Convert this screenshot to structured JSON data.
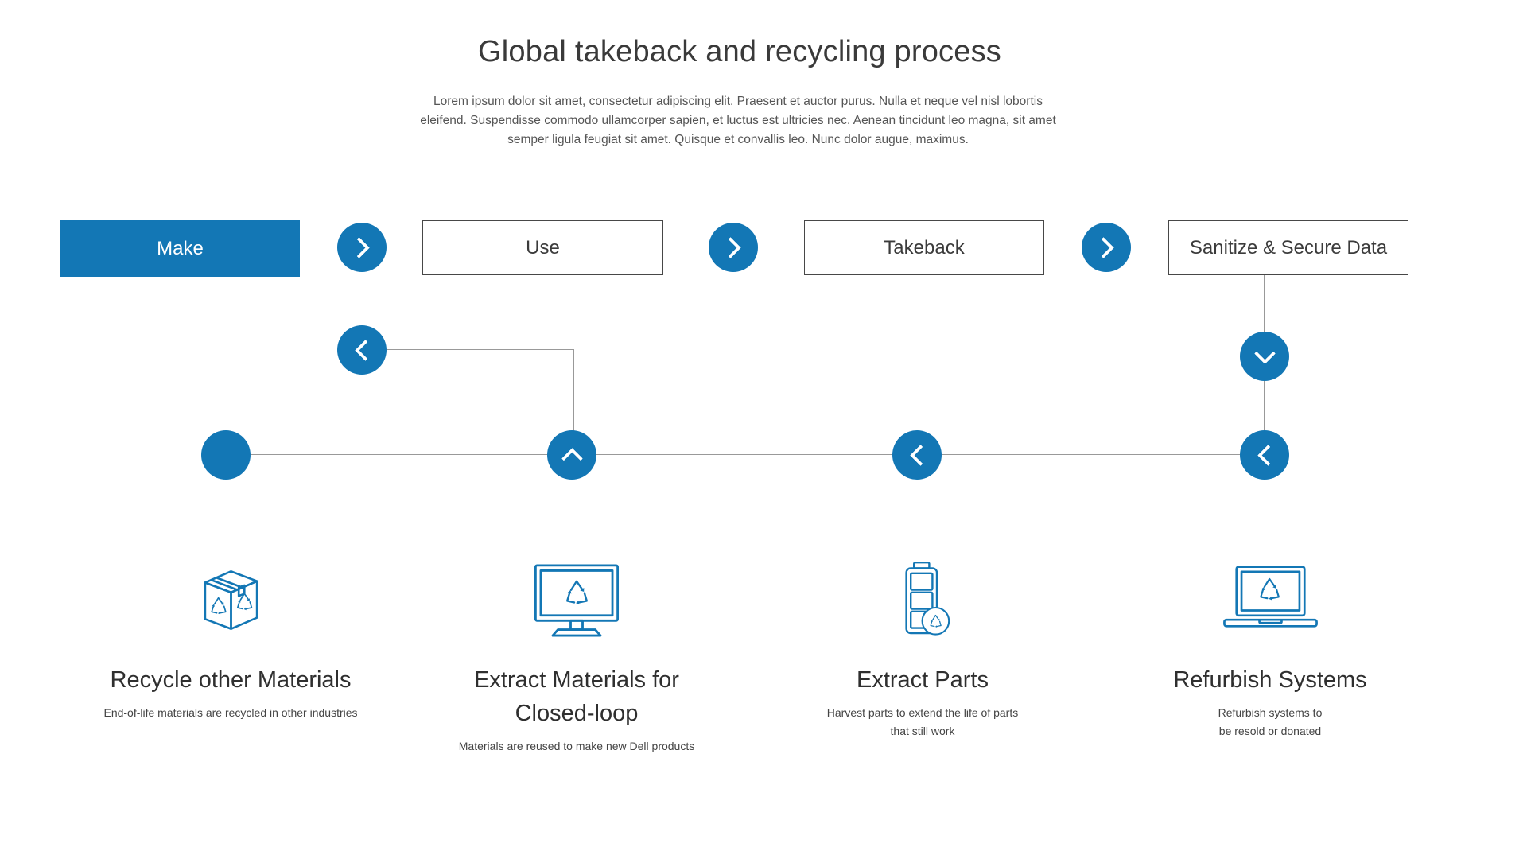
{
  "header": {
    "title": "Global takeback and recycling process",
    "description": "Lorem ipsum dolor sit amet, consectetur adipiscing elit. Praesent et auctor purus. Nulla et neque vel nisl lobortis eleifend. Suspendisse commodo ullamcorper sapien, et luctus est ultricies nec. Aenean tincidunt leo magna, sit amet semper ligula feugiat sit amet. Quisque et convallis leo. Nunc dolor augue, maximus."
  },
  "flow": {
    "steps": [
      {
        "label": "Make",
        "style": "filled"
      },
      {
        "label": "Use",
        "style": "outline"
      },
      {
        "label": "Takeback",
        "style": "outline"
      },
      {
        "label": "Sanitize & Secure Data",
        "style": "outline"
      }
    ],
    "connectors": [
      {
        "icon": "arrow-right-icon",
        "between": "Make and Use"
      },
      {
        "icon": "arrow-right-icon",
        "between": "Use and Takeback"
      },
      {
        "icon": "arrow-right-icon",
        "between": "Takeback and Sanitize & Secure Data"
      },
      {
        "icon": "arrow-down-icon",
        "between": "Sanitize & Secure Data and return line"
      },
      {
        "icon": "arrow-left-icon",
        "between": "return line toward Make"
      },
      {
        "icon": "arrow-up-icon",
        "between": "return line at Extract Materials"
      },
      {
        "icon": "arrow-left-icon",
        "between": "return line at Extract Parts"
      },
      {
        "icon": "arrow-left-icon",
        "between": "return line at Refurbish Systems"
      },
      {
        "icon": "endpoint-dot",
        "between": "return line at Recycle other Materials"
      }
    ]
  },
  "outcomes": [
    {
      "icon": "recycle-box-icon",
      "title": "Recycle other Materials",
      "description": "End-of-life materials are recycled in other industries"
    },
    {
      "icon": "monitor-recycle-icon",
      "title": "Extract Materials for\nClosed-loop",
      "description": "Materials are reused to make new Dell products"
    },
    {
      "icon": "battery-recycle-icon",
      "title": "Extract Parts",
      "description": "Harvest parts to extend the life of parts\nthat still work"
    },
    {
      "icon": "laptop-recycle-icon",
      "title": "Refurbish Systems",
      "description": "Refurbish systems to\nbe resold or donated"
    }
  ],
  "colors": {
    "accent": "#1377b5",
    "line": "#999999",
    "box_border": "#474747",
    "title_text": "#3a3a3a",
    "body_text": "#555555"
  }
}
